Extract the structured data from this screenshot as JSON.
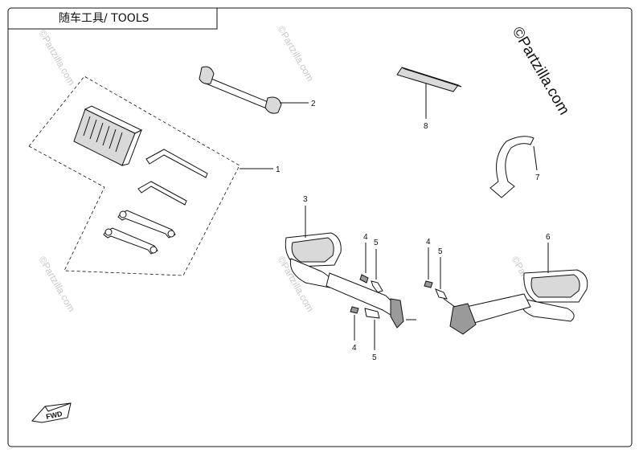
{
  "header": {
    "title": "随车工具/ TOOLS"
  },
  "watermark": {
    "main": "©Partzilla.com",
    "faint": "©Partzilla.com"
  },
  "fwd_label": "FWD",
  "callouts": {
    "c1": "1",
    "c2": "2",
    "c3": "3",
    "c4a": "4",
    "c4b": "4",
    "c4c": "4",
    "c5a": "5",
    "c5b": "5",
    "c5c": "5",
    "c6": "6",
    "c7": "7",
    "c8": "8"
  }
}
